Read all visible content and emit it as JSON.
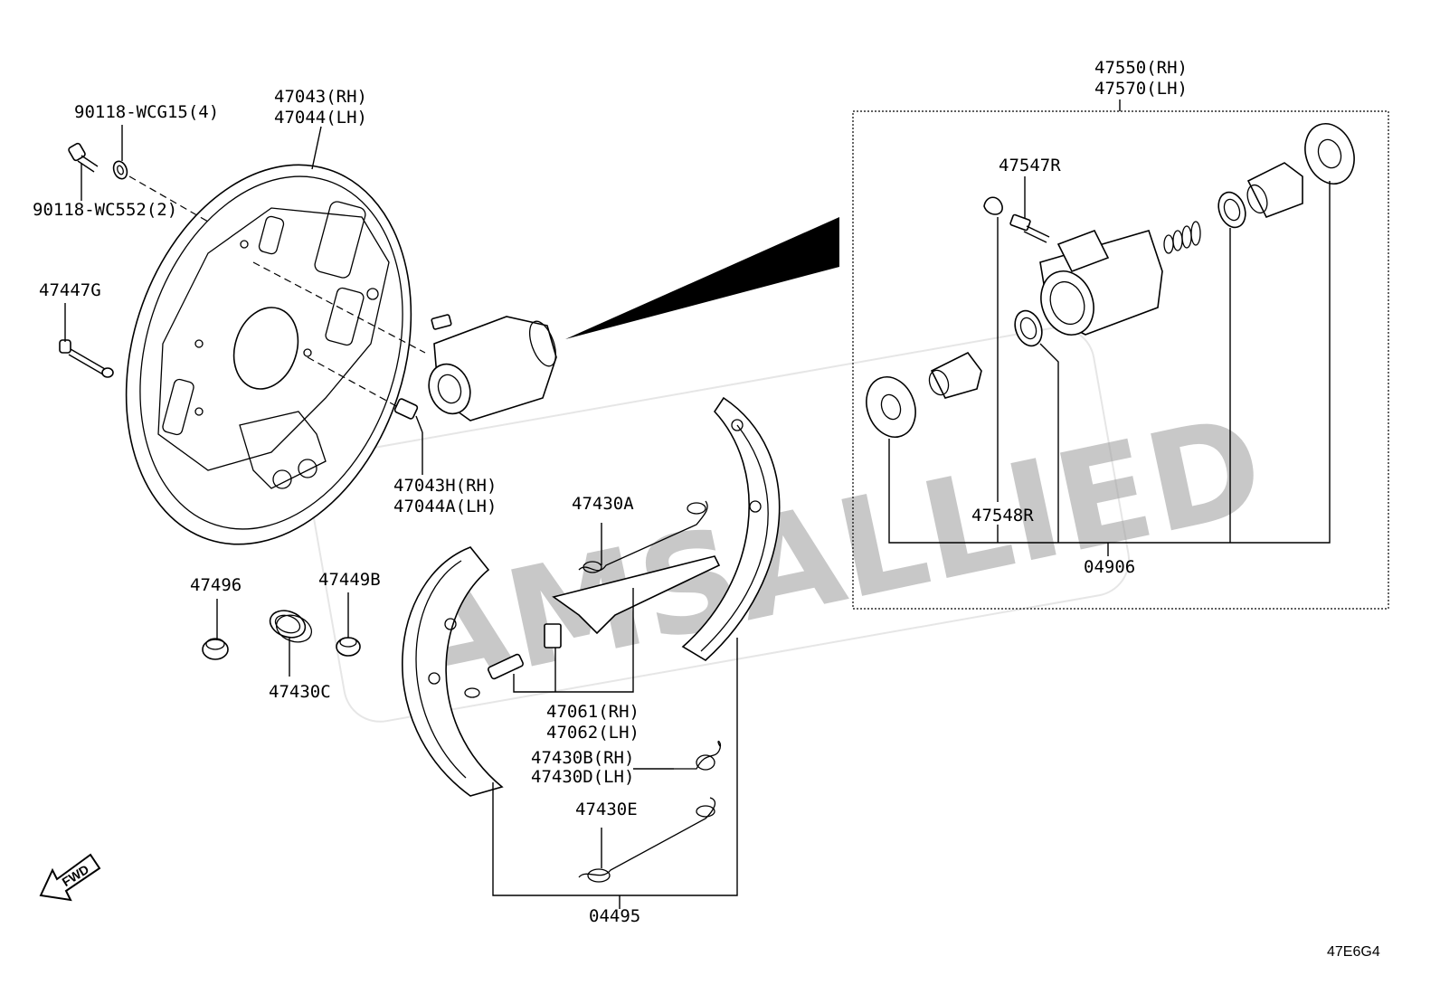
{
  "diagram_ref": "47E6G4",
  "watermark": "AMSALLIED",
  "fwd_label": "FWD",
  "labels": {
    "bolt_a": "90118-WCG15(4)",
    "bolt_b": "90118-WC552(2)",
    "backing_plate_rh": "47043(RH)",
    "backing_plate_lh": "47044(LH)",
    "pin": "47447G",
    "plug_rh": "47043H(RH)",
    "plug_lh": "47044A(LH)",
    "cup": "47496",
    "spring_c": "47430C",
    "cup_b": "47449B",
    "spring_a": "47430A",
    "adjuster_rh": "47061(RH)",
    "adjuster_lh": "47062(LH)",
    "spring_b_rh": "47430B(RH)",
    "spring_d_lh": "47430D(LH)",
    "spring_e": "47430E",
    "shoe_kit": "04495",
    "cylinder_rh": "47550(RH)",
    "cylinder_lh": "47570(LH)",
    "bleeder": "47547R",
    "bleeder_cap": "47548R",
    "cyl_kit": "04906"
  }
}
